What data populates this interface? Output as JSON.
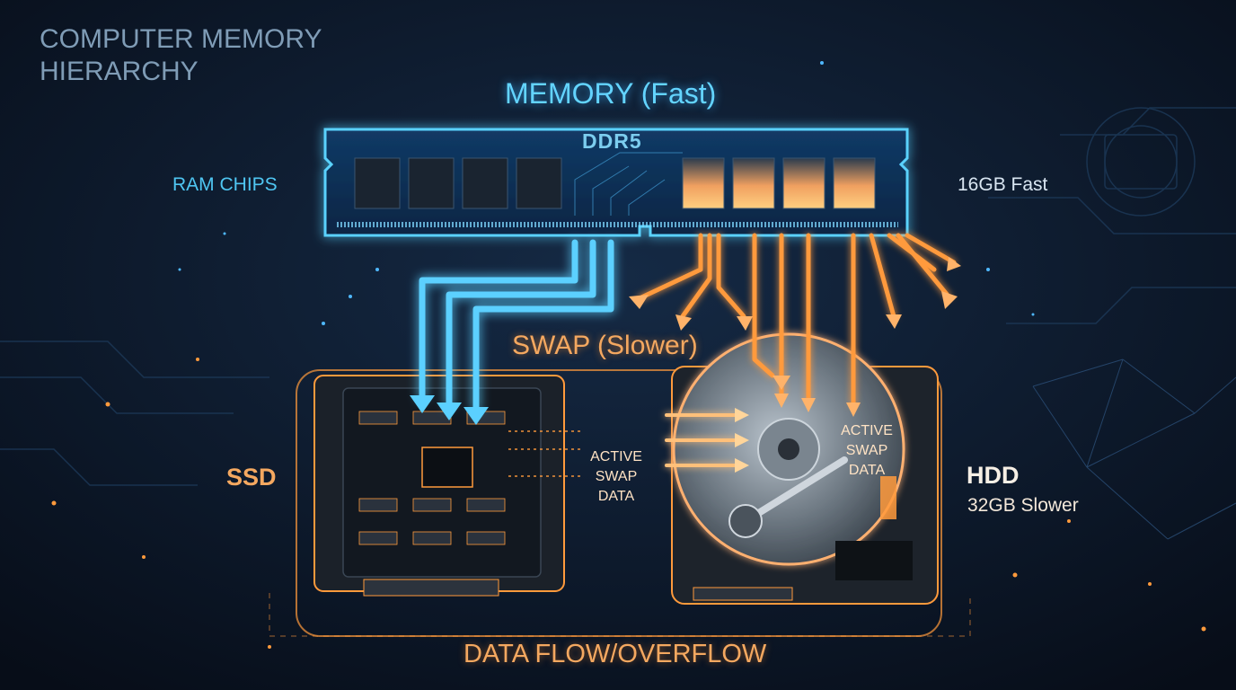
{
  "title": "COMPUTER MEMORY HIERARCHY",
  "memory": {
    "title": "MEMORY (Fast)",
    "module_label": "DDR5",
    "left_label": "RAM CHIPS",
    "right_label": "16GB Fast"
  },
  "swap": {
    "title": "SWAP (Slower)",
    "ssd_label": "SSD",
    "hdd_label": "HDD",
    "hdd_capacity": "32GB Slower",
    "active_swap_ssd": "ACTIVE SWAP DATA",
    "active_swap_hdd": "ACTIVE SWAP DATA"
  },
  "flow_label": "DATA FLOW/OVERFLOW",
  "colors": {
    "background": "#0a1220",
    "memory_accent": "#3cc8ff",
    "swap_accent": "#ff9a3c",
    "title_muted": "#7f9cb6"
  }
}
